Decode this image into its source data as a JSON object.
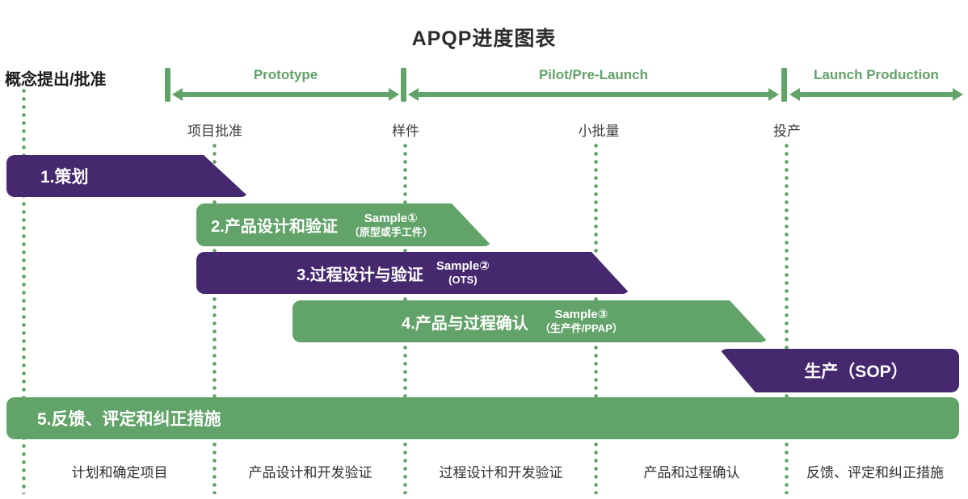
{
  "title": "APQP进度图表",
  "colors": {
    "purple": "#46286F",
    "green": "#61A368",
    "title_text": "#2D2D2D",
    "label_text": "#3A3A3A",
    "white": "#FFFFFF"
  },
  "header": {
    "concept_label": "概念提出/批准",
    "phases": [
      {
        "label": "Prototype"
      },
      {
        "label": "Pilot/Pre-Launch"
      },
      {
        "label": "Launch Production"
      }
    ]
  },
  "milestones": [
    "项目批准",
    "样件",
    "小批量",
    "投产"
  ],
  "bars": [
    {
      "label": "1.策划"
    },
    {
      "label": "2.产品设计和验证",
      "sample": "Sample①",
      "sample_note": "（原型或手工件）"
    },
    {
      "label": "3.过程设计与验证",
      "sample": "Sample②",
      "sample_note": "(OTS)"
    },
    {
      "label": "4.产品与过程确认",
      "sample": "Sample③",
      "sample_note": "（生产件/PPAP）"
    },
    {
      "label": "生产（SOP）"
    },
    {
      "label": "5.反馈、评定和纠正措施"
    }
  ],
  "bottom_labels": [
    "计划和确定项目",
    "产品设计和开发验证",
    "过程设计和开发验证",
    "产品和过程确认",
    "反馈、评定和纠正措施"
  ]
}
